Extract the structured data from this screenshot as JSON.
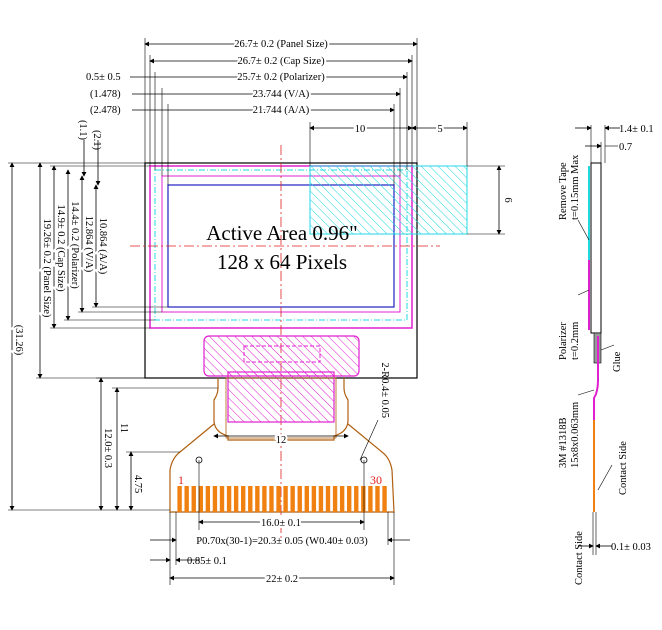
{
  "center_text": {
    "line1": "Active Area 0.96\"",
    "line2": "128 x 64 Pixels"
  },
  "top_dims": {
    "panel": "26.7± 0.2 (Panel Size)",
    "cap": "26.7± 0.2 (Cap Size)",
    "polarizer_offset": "0.5± 0.5",
    "polarizer": "25.7± 0.2 (Polarizer)",
    "va_offset": "(1.478)",
    "va": "23.744 (V/A)",
    "aa_offset": "(2.478)",
    "aa": "21.744 (A/A)",
    "tape_w": "10",
    "tape_gap": "5",
    "tape_h": "6"
  },
  "left_dims": {
    "d1": "(1.1)",
    "d2": "(2.1)",
    "aa_h": "10.864 (A/A)",
    "va_h": "12.864 (V/A)",
    "pol_h": "14.4± 0.2 (Polarizer)",
    "cap_h": "14.9± 0.2 (Cap Size)",
    "panel_h": "19.26± 0.2 (Panel Size)",
    "total": "(31.26)"
  },
  "fpc_dims": {
    "fpc_len": "12.0± 0.3",
    "len11": "11",
    "len475": "4.75",
    "width12": "12",
    "radius": "2-R0.4± 0.05",
    "pin_first": "1",
    "pin_last": "30",
    "span16": "16.0± 0.1",
    "pitch": "P0.70x(30-1)=20.3± 0.05 (W0.40± 0.03)",
    "edge": "0.85± 0.1",
    "width22": "22± 0.2"
  },
  "side_dims": {
    "thick": "1.4± 0.1",
    "glass": "0.7",
    "tape_label_1": "Remove Tape",
    "tape_label_2": "t=0.15mm Max",
    "pol_label_1": "Polarizer",
    "pol_label_2": "t=0.2mm",
    "glue": "Glue",
    "adh_1": "3M #1318B",
    "adh_2": "15x8x0.063mm",
    "contact_1": "Contact Side",
    "contact_2": "Contact Side",
    "fpc_t": "0.1± 0.03"
  },
  "colors": {
    "magenta": "#e020d0",
    "cyan": "#20d8e0",
    "blue": "#2020c0",
    "red": "#e02020",
    "orange": "#f08010",
    "copper": "#b06010"
  }
}
